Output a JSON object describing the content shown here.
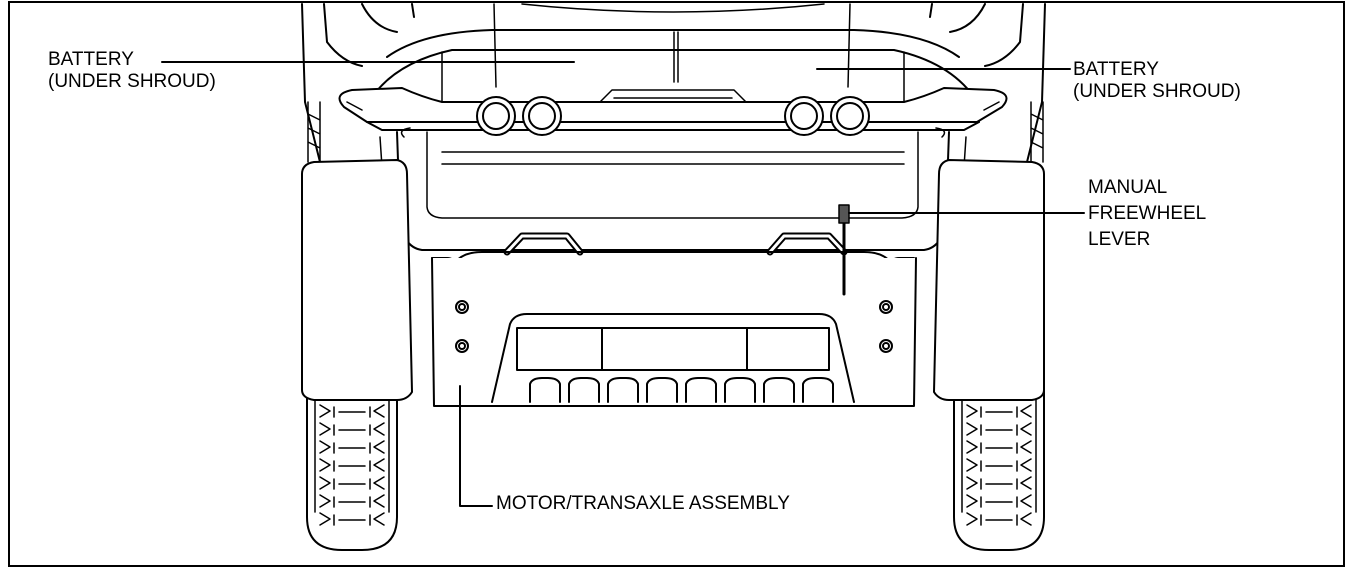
{
  "labels": {
    "battery_left": {
      "line1": "BATTERY",
      "line2": "(UNDER SHROUD)"
    },
    "battery_right": {
      "line1": "BATTERY",
      "line2": "(UNDER SHROUD)"
    },
    "freewheel_lever": {
      "line1": "MANUAL",
      "line2": "FREEWHEEL",
      "line3": "LEVER"
    },
    "motor_transaxle": {
      "line1": "MOTOR/TRANSAXLE ASSEMBLY"
    }
  },
  "colors": {
    "line": "#000000",
    "background": "#ffffff",
    "lever_handle": "#555555"
  }
}
